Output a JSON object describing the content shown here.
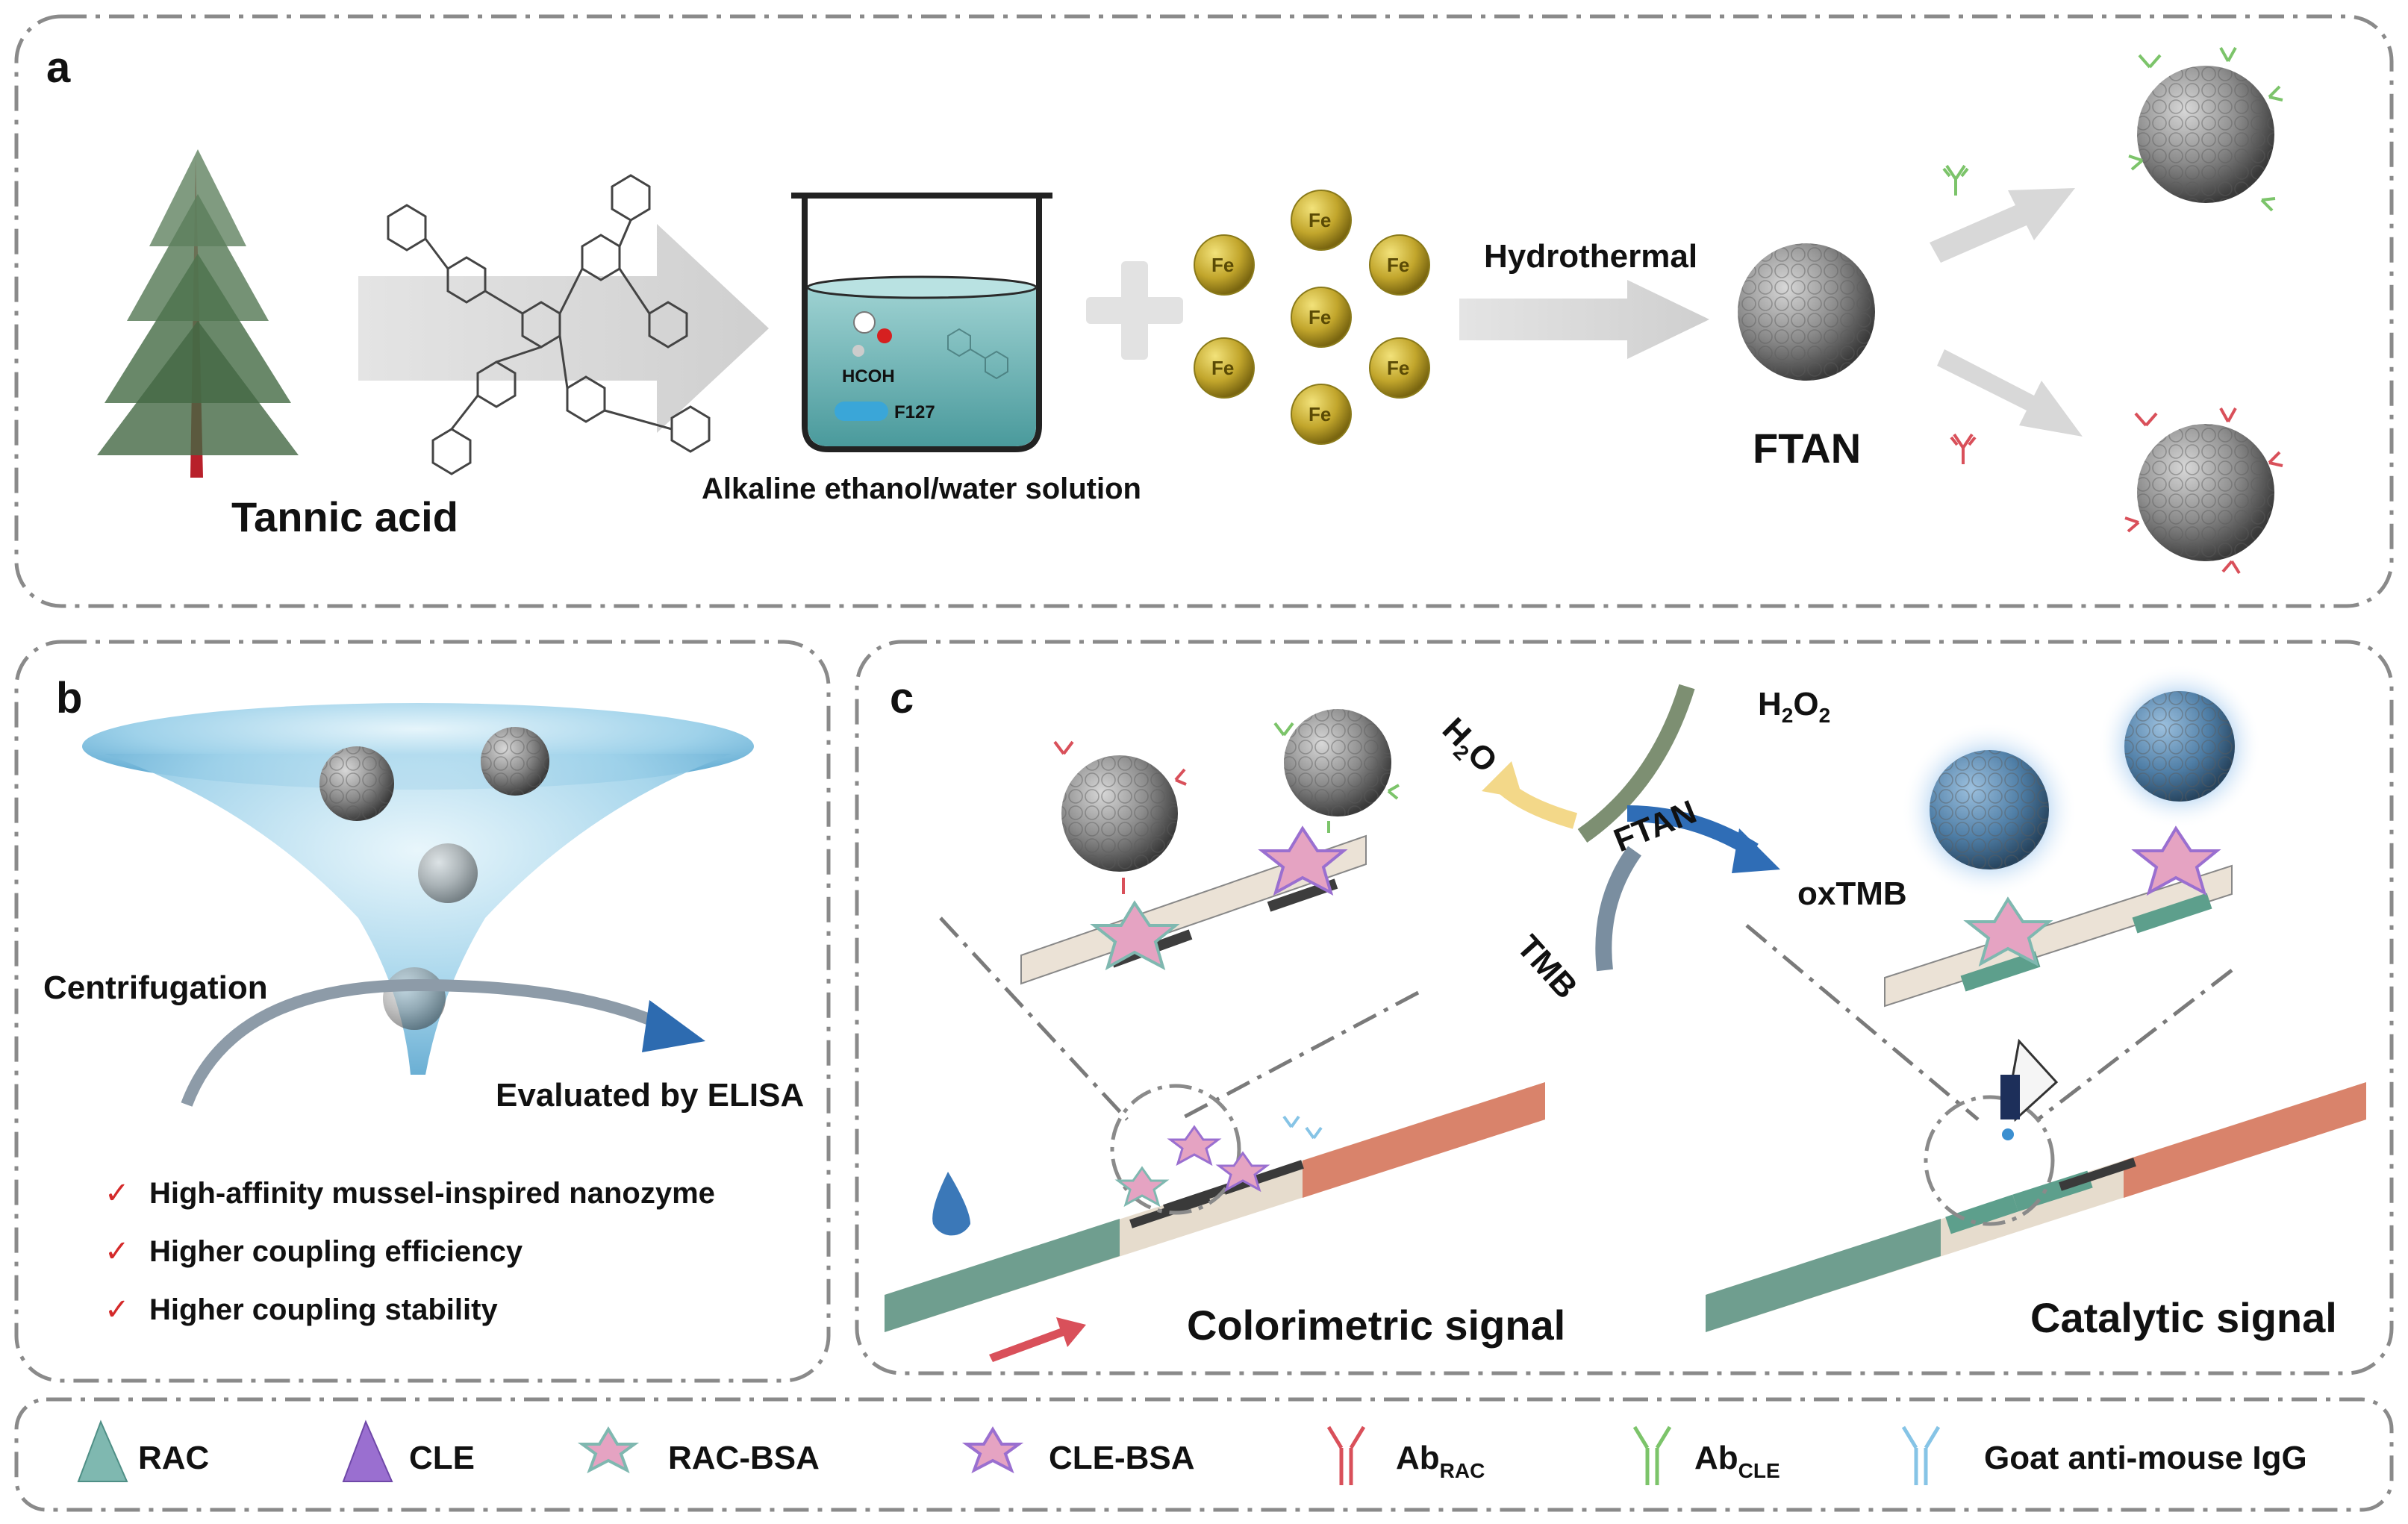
{
  "panels": {
    "a": {
      "letter": "a",
      "tannic_acid": "Tannic acid",
      "solution": "Alkaline ethanol/water solution",
      "hcoh": "HCOH",
      "f127": "F127",
      "fe": "Fe",
      "hydrothermal": "Hydrothermal",
      "ftan": "FTAN"
    },
    "b": {
      "letter": "b",
      "centrifugation": "Centrifugation",
      "evaluated": "Evaluated by ELISA",
      "features": [
        "High-affinity mussel-inspired nanozyme",
        "Higher coupling efficiency",
        "Higher coupling stability"
      ],
      "check_mark": "✓"
    },
    "c": {
      "letter": "c",
      "h2o_base": "H",
      "h2o_sub": "2",
      "h2o_end": "O",
      "h2o2_base": "H",
      "h2o2_sub1": "2",
      "h2o2_mid": "O",
      "h2o2_sub2": "2",
      "ftan": "FTAN",
      "tmb": "TMB",
      "oxtmb": "oxTMB",
      "colorimetric": "Colorimetric signal",
      "catalytic": "Catalytic signal"
    }
  },
  "legend": {
    "items": [
      {
        "label": "RAC",
        "sub": ""
      },
      {
        "label": "CLE",
        "sub": ""
      },
      {
        "label": "RAC-BSA",
        "sub": ""
      },
      {
        "label": "CLE-BSA",
        "sub": ""
      },
      {
        "label": "Ab",
        "sub": "RAC"
      },
      {
        "label": "Ab",
        "sub": "CLE"
      },
      {
        "label": "Goat anti-mouse IgG",
        "sub": ""
      }
    ]
  },
  "colors": {
    "ab_rac": "#d9505a",
    "ab_cle": "#7cc46a",
    "igg": "#86c4e6",
    "rac": "#7fb8b0",
    "cle": "#9a6fd0",
    "strip_pad": "#6a9a8a",
    "strip_abs": "#d9836b"
  }
}
